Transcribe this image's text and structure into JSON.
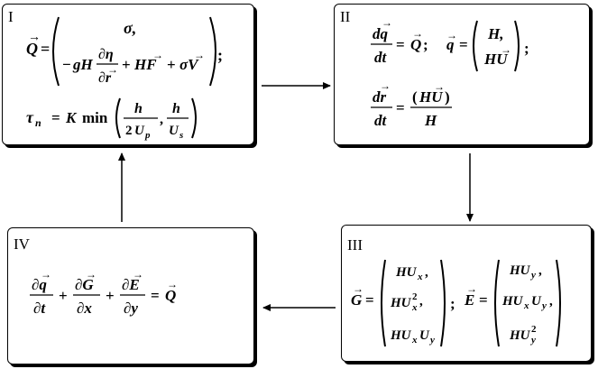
{
  "labels": {
    "box1": "I",
    "box2": "II",
    "box3": "III",
    "box4": "IV"
  },
  "box1": {
    "eq1": {
      "lhs": "Q⃗",
      "row1": "σ,",
      "row2": "− gH ∂η/∂r⃗ + HF⃗ + σV⃗"
    },
    "eq2": "τ_n = K min( h/(2U_p), h/U_s )"
  },
  "box2": {
    "eq1": "dq⃗/dt = Q⃗;  q⃗ = ( H, HU⃗ );",
    "eq2": "dr⃗/dt = (HU⃗)/H"
  },
  "box3": {
    "eq": "G⃗ = ( HU_x , HU_x² , HU_xU_y );  E⃗ = ( HU_y , HU_xU_y , HU_y² )"
  },
  "box4": {
    "eq": "∂q⃗/∂t + ∂G⃗/∂x + ∂E⃗/∂y = Q⃗"
  },
  "arrows": [
    "I→II",
    "II→III",
    "III→IV",
    "IV→I"
  ]
}
